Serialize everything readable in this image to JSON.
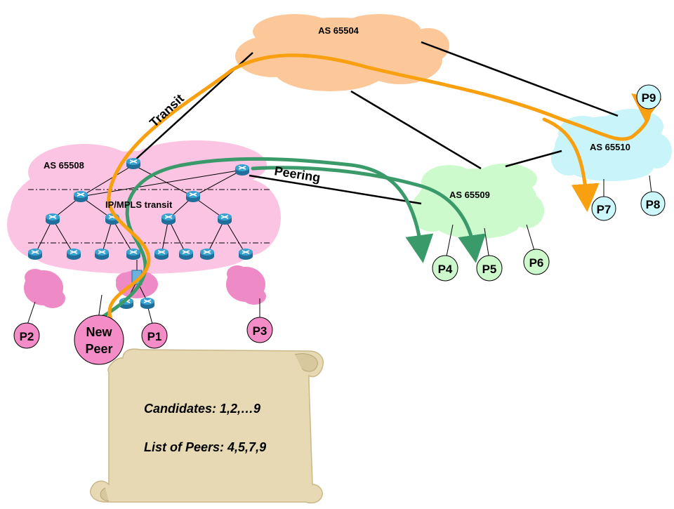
{
  "clouds": {
    "as65504": "AS 65504",
    "as65508": "AS 65508",
    "as65509": "AS 65509",
    "as65510": "AS 65510"
  },
  "link_labels": {
    "transit": "Transit",
    "peering": "Peering",
    "ip_mpls": "IP/MPLS transit"
  },
  "peers": {
    "p1": "P1",
    "p2": "P2",
    "p3": "P3",
    "p4": "P4",
    "p5": "P5",
    "p6": "P6",
    "p7": "P7",
    "p8": "P8",
    "p9": "P9",
    "new_peer_line1": "New",
    "new_peer_line2": "Peer"
  },
  "scroll": {
    "candidates": "Candidates: 1,2,…9",
    "list_of_peers": "List of Peers: 4,5,7,9"
  },
  "colors": {
    "as65504_cloud": "#fcc89a",
    "as65508_cloud": "#fbc4e2",
    "as65509_cloud": "#ccfacc",
    "as65510_cloud": "#c8f4fa",
    "peer_pink": "#f48cc8",
    "peer_green": "#ccf8cc",
    "peer_cyan": "#ccf8fc",
    "orange_path": "#f8a010",
    "green_path": "#3a9a6a",
    "router": "#2a8ab8",
    "scroll": "#e6d9b4"
  }
}
